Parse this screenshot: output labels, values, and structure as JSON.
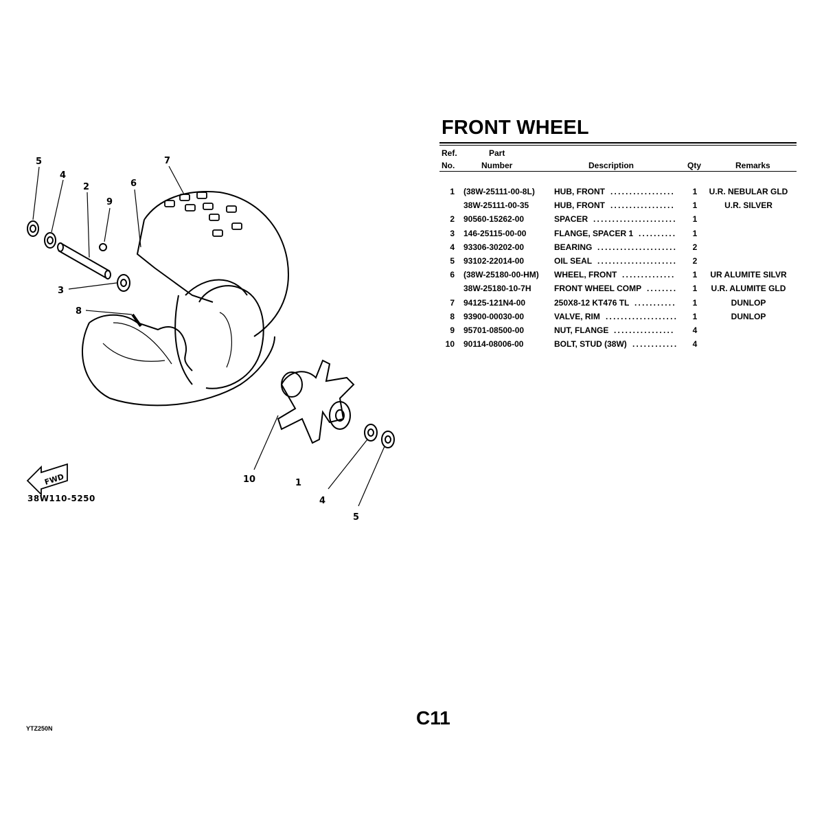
{
  "title": "FRONT WHEEL",
  "table": {
    "headers": {
      "ref_line1": "Ref.",
      "ref_line2": "No.",
      "part_line1": "Part",
      "part_line2": "Number",
      "description": "Description",
      "qty": "Qty",
      "remarks": "Remarks"
    },
    "rows": [
      {
        "ref": "1",
        "part": "(38W-25111-00-8L)",
        "desc": "HUB, FRONT",
        "qty": "1",
        "remarks": "U.R. NEBULAR GLD"
      },
      {
        "ref": "",
        "part": "38W-25111-00-35",
        "desc": "HUB, FRONT",
        "qty": "1",
        "remarks": "U.R. SILVER"
      },
      {
        "ref": "2",
        "part": "90560-15262-00",
        "desc": "SPACER",
        "qty": "1",
        "remarks": ""
      },
      {
        "ref": "3",
        "part": "146-25115-00-00",
        "desc": "FLANGE, SPACER 1",
        "qty": "1",
        "remarks": ""
      },
      {
        "ref": "4",
        "part": "93306-30202-00",
        "desc": "BEARING",
        "qty": "2",
        "remarks": ""
      },
      {
        "ref": "5",
        "part": "93102-22014-00",
        "desc": "OIL SEAL",
        "qty": "2",
        "remarks": ""
      },
      {
        "ref": "6",
        "part": "(38W-25180-00-HM)",
        "desc": "WHEEL, FRONT",
        "qty": "1",
        "remarks": "UR ALUMITE SILVR"
      },
      {
        "ref": "",
        "part": "38W-25180-10-7H",
        "desc": "FRONT WHEEL COMP",
        "qty": "1",
        "remarks": "U.R. ALUMITE GLD"
      },
      {
        "ref": "7",
        "part": "94125-121N4-00",
        "desc": "250X8-12 KT476 TL",
        "qty": "1",
        "remarks": "DUNLOP"
      },
      {
        "ref": "8",
        "part": "93900-00030-00",
        "desc": "VALVE, RIM",
        "qty": "1",
        "remarks": "DUNLOP"
      },
      {
        "ref": "9",
        "part": "95701-08500-00",
        "desc": "NUT, FLANGE",
        "qty": "4",
        "remarks": ""
      },
      {
        "ref": "10",
        "part": "90114-08006-00",
        "desc": "BOLT, STUD (38W)",
        "qty": "4",
        "remarks": ""
      }
    ]
  },
  "diagram": {
    "callouts": [
      "5",
      "4",
      "2",
      "6",
      "9",
      "7",
      "3",
      "8",
      "10",
      "1",
      "4",
      "5"
    ],
    "fwd_label": "FWD",
    "code": "38W110-5250"
  },
  "footer": {
    "page": "C11",
    "model": "YTZ250N"
  }
}
